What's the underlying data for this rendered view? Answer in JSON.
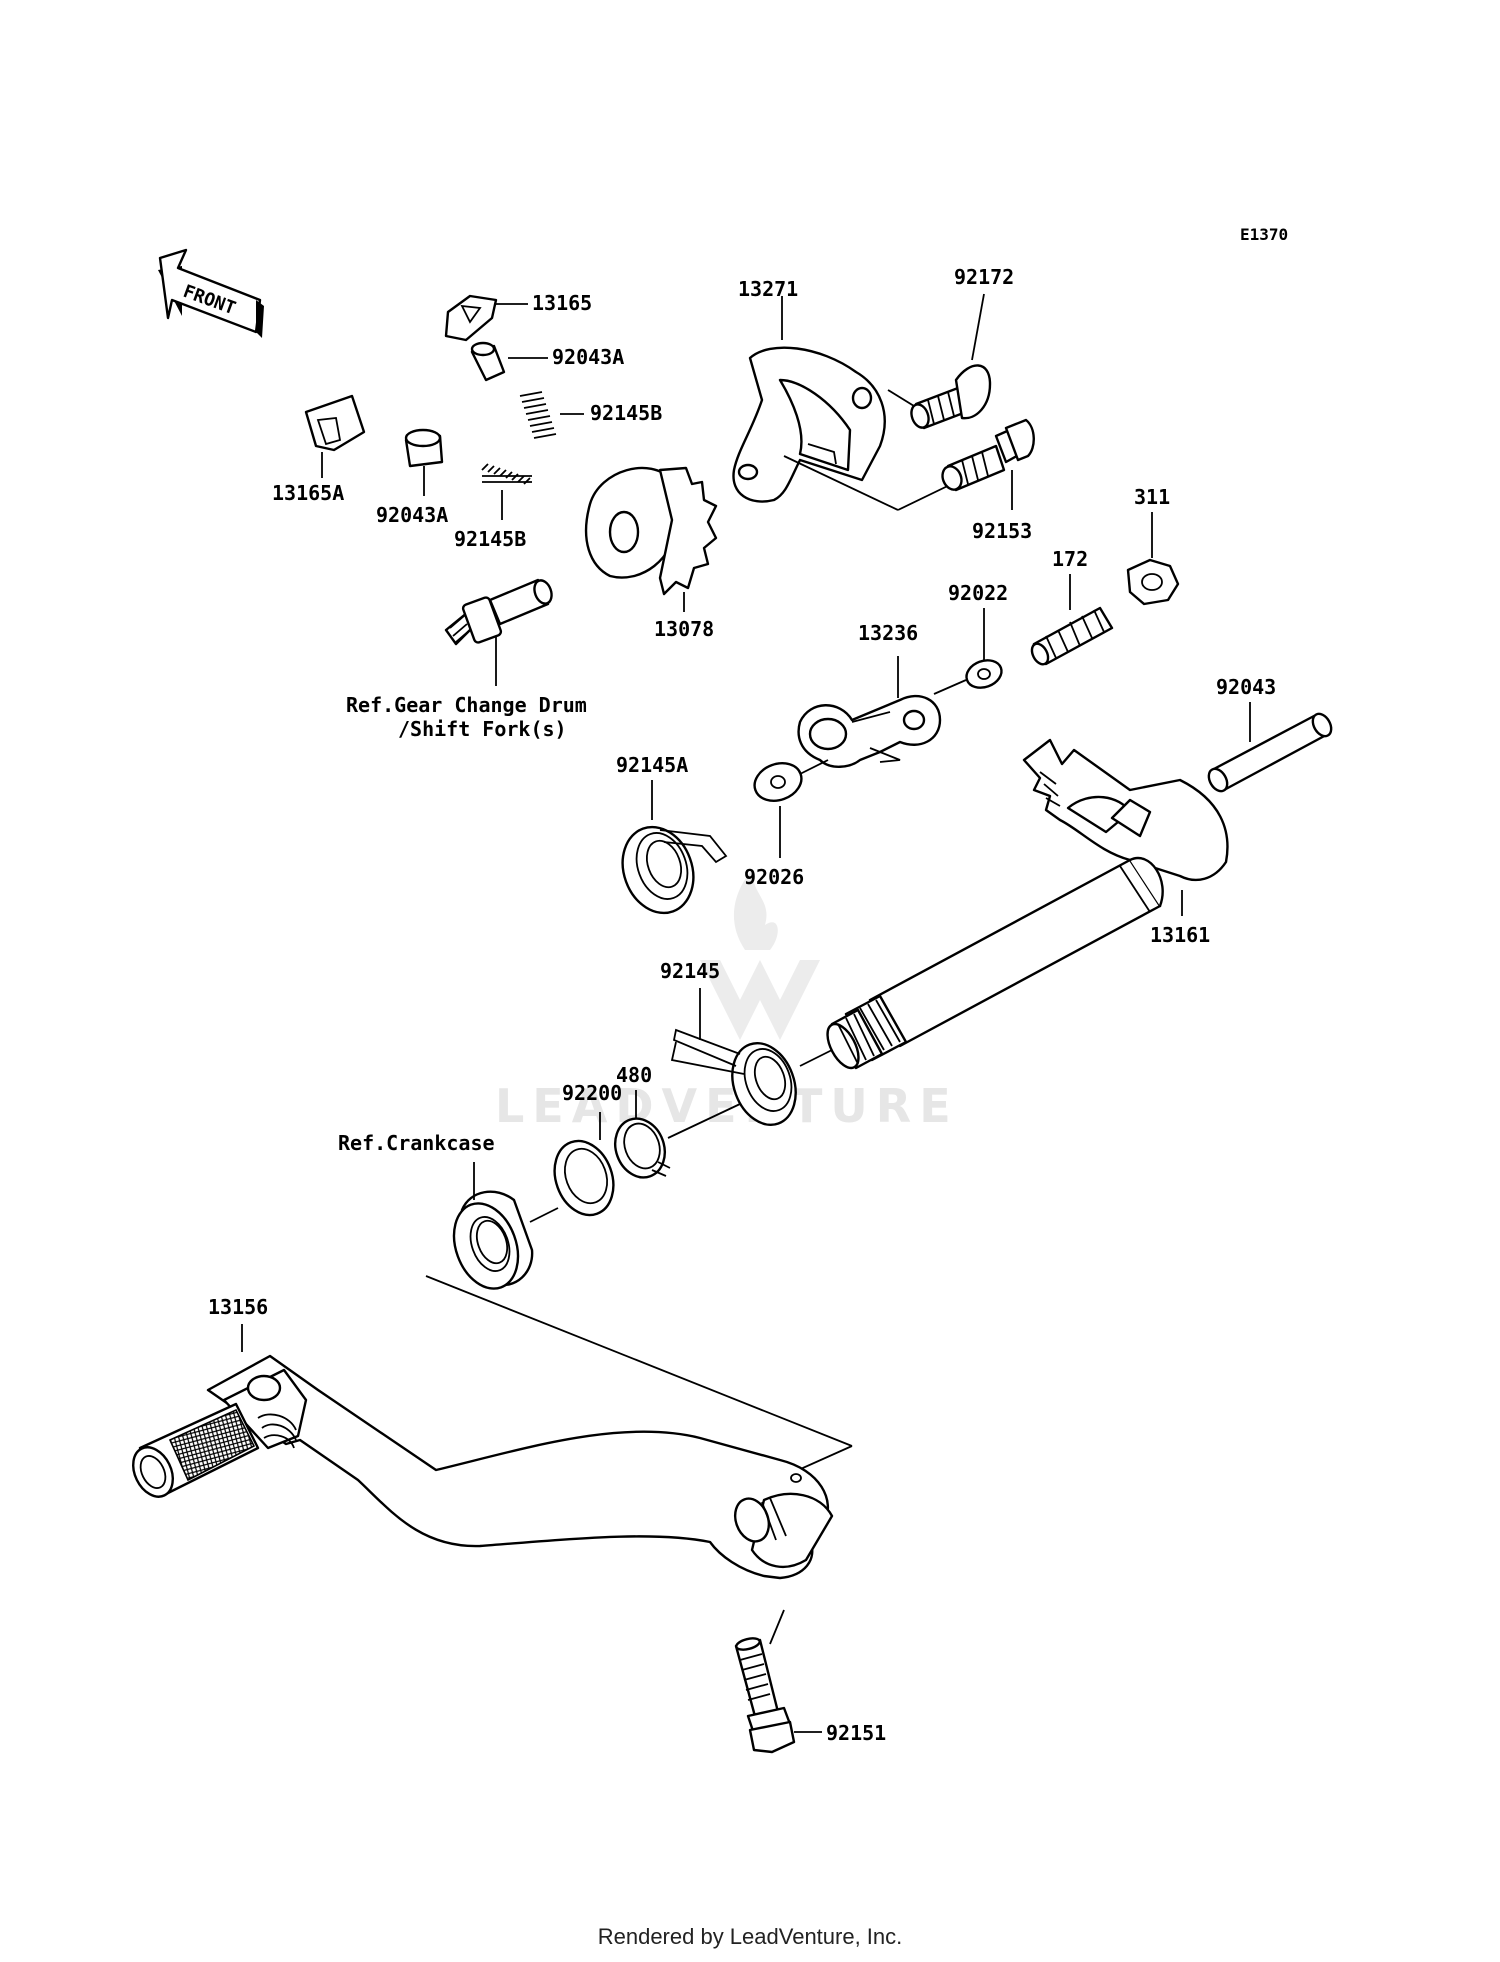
{
  "diagram_code": "E1370",
  "front_label": "FRONT",
  "watermark": "LEADVENTURE",
  "footer": "Rendered by LeadVenture, Inc.",
  "labels": {
    "p13165": "13165",
    "p92043A_top": "92043A",
    "p92145B_top": "92145B",
    "p13165A": "13165A",
    "p92043A_low": "92043A",
    "p92145B_low": "92145B",
    "p13271": "13271",
    "p92172": "92172",
    "p92153": "92153",
    "p13078": "13078",
    "p311": "311",
    "p172": "172",
    "p92022": "92022",
    "p13236": "13236",
    "p92043": "92043",
    "p92145A": "92145A",
    "p92026": "92026",
    "p13161": "13161",
    "p92145": "92145",
    "p480": "480",
    "p92200": "92200",
    "p13156": "13156",
    "p92151": "92151"
  },
  "refs": {
    "gear_change_line1": "Ref.Gear Change Drum",
    "gear_change_line2": "/Shift Fork(s)",
    "crankcase": "Ref.Crankcase"
  }
}
